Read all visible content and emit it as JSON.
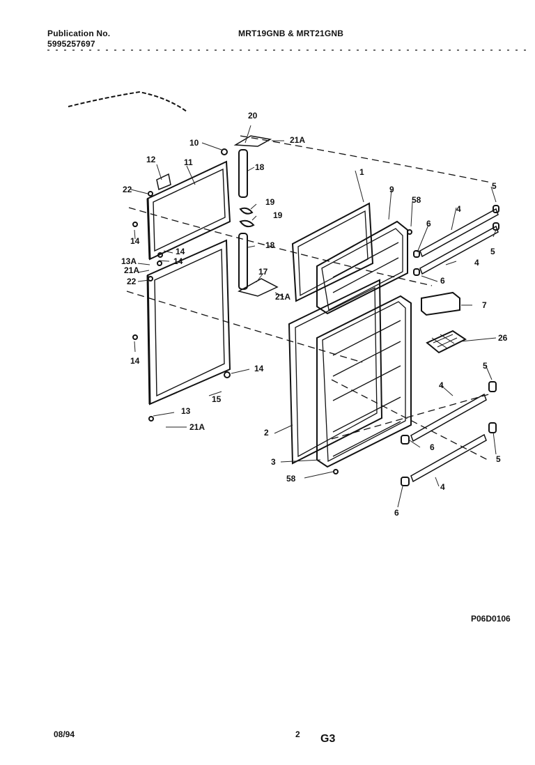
{
  "header": {
    "publication_label": "Publication No.",
    "publication_number": "5995257697",
    "models": "MRT19GNB & MRT21GNB"
  },
  "labels": {
    "l1": "1",
    "l2": "2",
    "l3": "3",
    "l4a": "4",
    "l4b": "4",
    "l4c": "4",
    "l4d": "4",
    "l5a": "5",
    "l5b": "5",
    "l5c": "5",
    "l5d": "5",
    "l6a": "6",
    "l6b": "6",
    "l6c": "6",
    "l6d": "6",
    "l7": "7",
    "l9": "9",
    "l10": "10",
    "l11": "11",
    "l12": "12",
    "l13": "13",
    "l13a": "13A",
    "l14a": "14",
    "l14b": "14",
    "l14c": "14",
    "l14d": "14",
    "l14e": "14",
    "l15": "15",
    "l17": "17",
    "l18a": "18",
    "l18b": "18",
    "l19a": "19",
    "l19b": "19",
    "l20": "20",
    "l21a1": "21A",
    "l21a2": "21A",
    "l21a3": "21A",
    "l21a4": "21A",
    "l22a": "22",
    "l22b": "22",
    "l26": "26",
    "l58a": "58",
    "l58b": "58"
  },
  "diagram_code": "P06D0106",
  "footer": {
    "date": "08/94",
    "page": "2",
    "section": "G3"
  }
}
